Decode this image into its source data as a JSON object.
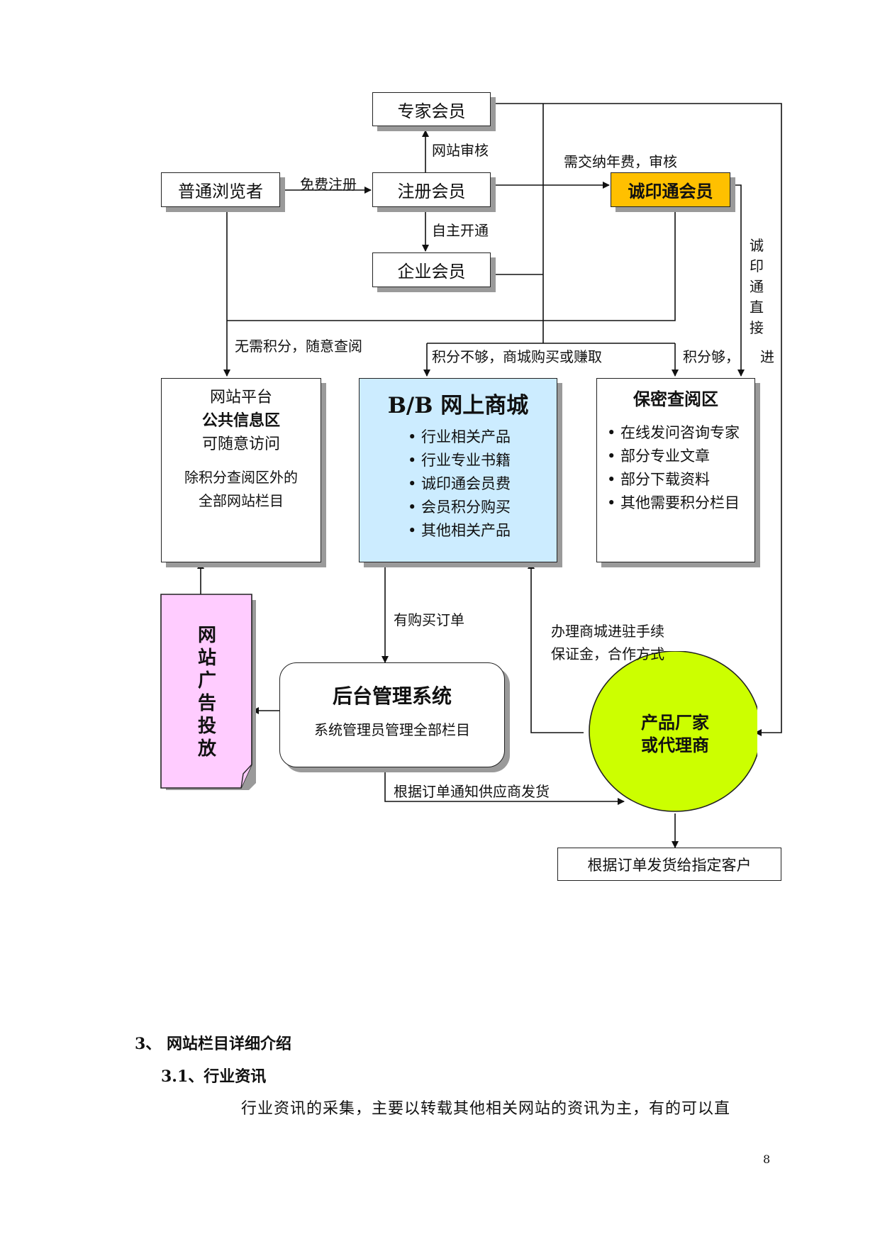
{
  "diagram": {
    "nodes": {
      "expert_member": "专家会员",
      "registered_member": "注册会员",
      "enterprise_member": "企业会员",
      "ordinary_browser": "普通浏览者",
      "chengyintong_member": "诚印通会员",
      "ship_to_customer": "根据订单发货给指定客户"
    },
    "edges": {
      "site_review": "网站审核",
      "free_register": "免费注册",
      "self_open": "自主开通",
      "annual_fee_review": "需交纳年费，审核",
      "no_points_browse": "无需积分，随意查阅",
      "insufficient_points": "积分不够，商城购买或赚取",
      "enough_points": "积分够，",
      "enter_char": "进",
      "direct_enter_vertical": [
        "诚",
        "印",
        "通",
        "直",
        "接"
      ],
      "has_order": "有购买订单",
      "mall_settle_line1": "办理商城进驻手续",
      "mall_settle_line2": "保证金，合作方式",
      "notify_supplier": "根据订单通知供应商发货"
    },
    "public_info": {
      "line1": "网站平台",
      "line2": "公共信息区",
      "line3": "可随意访问",
      "line4": "除积分查阅区外的",
      "line5": "全部网站栏目"
    },
    "mall": {
      "title": "B/B 网上商城",
      "items": [
        "行业相关产品",
        "行业专业书籍",
        "诚印通会员费",
        "会员积分购买",
        "其他相关产品"
      ]
    },
    "secure_area": {
      "title": "保密查阅区",
      "items": [
        "在线发问咨询专家",
        "部分专业文章",
        "部分下载资料",
        "其他需要积分栏目"
      ]
    },
    "ad": [
      "网",
      "站",
      "广",
      "告",
      "投",
      "放"
    ],
    "backend": {
      "title": "后台管理系统",
      "subtitle": "系统管理员管理全部栏目"
    },
    "manufacturer": {
      "line1": "产品厂家",
      "line2": "或代理商"
    },
    "colors": {
      "chengyintong_fill": "#FFC000",
      "mall_fill": "#CCECFF",
      "ad_fill": "#FFCCFF",
      "manufacturer_fill": "#CCFF00"
    }
  },
  "section": {
    "heading": "3、 网站栏目详细介绍",
    "subheading": "3.1、行业资讯",
    "paragraph": "行业资讯的采集，主要以转载其他相关网站的资讯为主，有的可以直"
  },
  "page_number": "8"
}
